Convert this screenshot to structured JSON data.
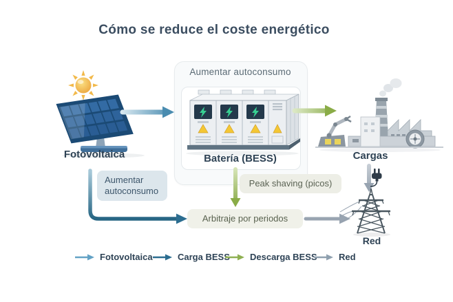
{
  "title": "Cómo se reduce el coste energético",
  "nodes": {
    "solar": {
      "label": "Fotovoltaica"
    },
    "battery": {
      "header": "Aumentar autoconsumo",
      "label": "Batería (BESS)"
    },
    "loads": {
      "label": "Cargas"
    },
    "grid": {
      "label": "Red"
    }
  },
  "annotations": {
    "self_consumption_line1": "Aumentar",
    "self_consumption_line2": "autoconsumo",
    "peak_shaving": "Peak shaving (picos)",
    "arbitrage": "Arbitraje por periodos"
  },
  "legend": [
    {
      "label": "Fotovoltaica",
      "color": "#63a2c5"
    },
    {
      "label": "Carga BESS",
      "color": "#2b6d90"
    },
    {
      "label": "Descarga BESS",
      "color": "#8fb052"
    },
    {
      "label": "Red",
      "color": "#8fa0af"
    }
  ],
  "colors": {
    "title_text": "#3b4d60",
    "label_text": "#2e4254",
    "pv_arrow": "#4a8cb0",
    "charge_arrow": "#2b6d90",
    "discharge_arrow": "#8aac47",
    "grid_arrow": "#98a4b1"
  }
}
